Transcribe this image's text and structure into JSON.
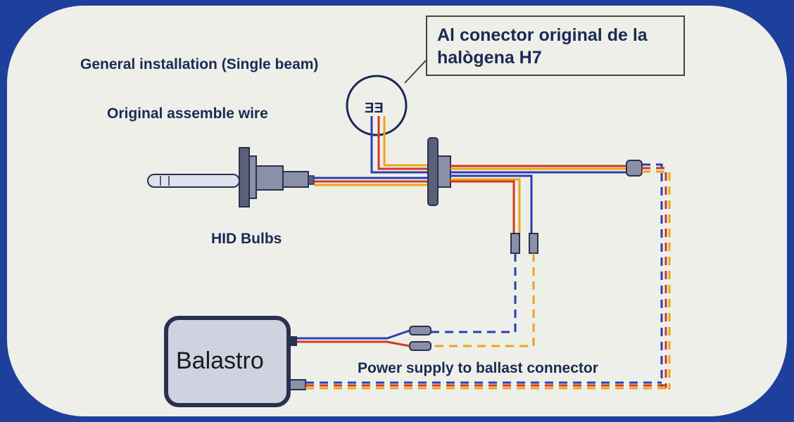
{
  "title": "General installation (Single beam)",
  "labels": {
    "original_wire": "Original assemble wire",
    "hid_bulbs": "HID Bulbs",
    "power_supply": "Power supply to ballast connector",
    "ballast": "Balastro"
  },
  "callout": {
    "line1": "Al conector original de la",
    "line2": "halògena H7"
  },
  "colors": {
    "frame": "#1e3f9c",
    "panel": "#efefe9",
    "wire_blue": "#2a3fb0",
    "wire_red": "#d23a1e",
    "wire_orange": "#e8a61c"
  }
}
